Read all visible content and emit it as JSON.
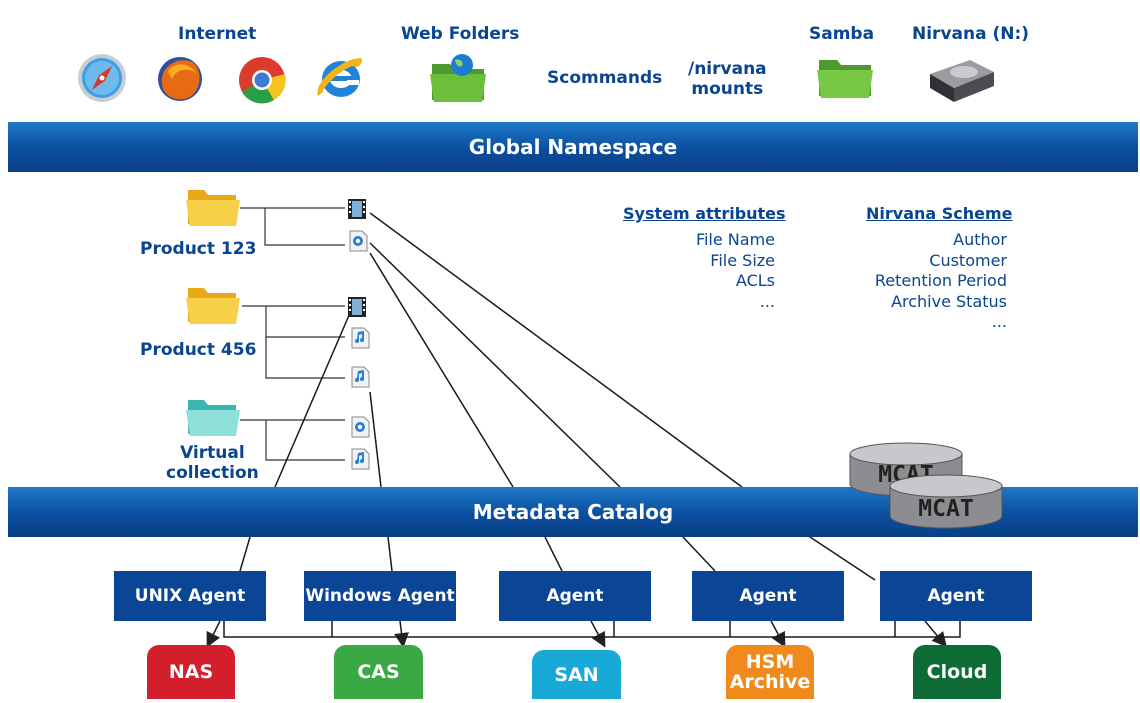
{
  "top": {
    "internet_label": "Internet",
    "web_folders_label": "Web Folders",
    "scommands_label": "Scommands",
    "nirvana_mounts_label_1": "/nirvana",
    "nirvana_mounts_label_2": "mounts",
    "samba_label": "Samba",
    "nirvana_n_label": "Nirvana (N:)",
    "browsers": [
      "safari-icon",
      "firefox-icon",
      "chrome-icon",
      "internet-explorer-icon"
    ]
  },
  "bands": {
    "global_namespace": "Global Namespace",
    "metadata_catalog": "Metadata Catalog"
  },
  "folders": {
    "product123": "Product 123",
    "product456": "Product 456",
    "virtual_1": "Virtual",
    "virtual_2": "collection"
  },
  "system_attributes": {
    "title": "System attributes",
    "items": [
      "File Name",
      "File Size",
      "ACLs",
      "..."
    ]
  },
  "nirvana_scheme": {
    "title": "Nirvana Scheme",
    "items": [
      "Author",
      "Customer",
      "Retention Period",
      "Archive Status",
      "..."
    ]
  },
  "mcat": [
    "MCAT",
    "MCAT"
  ],
  "agents": [
    "UNIX Agent",
    "Windows Agent",
    "Agent",
    "Agent",
    "Agent"
  ],
  "storage": {
    "nas": "NAS",
    "cas": "CAS",
    "san": "SAN",
    "hsm_1": "HSM",
    "hsm_2": "Archive",
    "cloud": "Cloud"
  },
  "colors": {
    "brand_blue": "#0a4590",
    "band_blue": "#0b4e9e",
    "agent_blue": "#0b4596",
    "nas_red": "#d21f2b",
    "cas_green": "#3aa843",
    "san_cyan": "#18a9d6",
    "hsm_orange": "#f08a1c",
    "cloud_green": "#0e6b35"
  }
}
